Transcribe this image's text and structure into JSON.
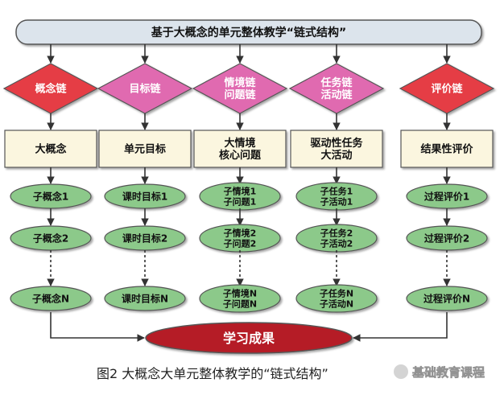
{
  "title": "基于大概念的单元整体教学“链式结构”",
  "chains": [
    {
      "diamond": [
        "概念链"
      ],
      "box": [
        "大概念"
      ],
      "ovals": [
        [
          "子概念1"
        ],
        [
          "子概念2"
        ],
        [
          "子概念N"
        ]
      ]
    },
    {
      "diamond": [
        "目标链"
      ],
      "box": [
        "单元目标"
      ],
      "ovals": [
        [
          "课时目标1"
        ],
        [
          "课时目标2"
        ],
        [
          "课时目标N"
        ]
      ]
    },
    {
      "diamond": [
        "情境链",
        "问题链"
      ],
      "box": [
        "大情境",
        "核心问题"
      ],
      "ovals": [
        [
          "子情境1",
          "子问题1"
        ],
        [
          "子情境2",
          "子问题2"
        ],
        [
          "子情境N",
          "子问题N"
        ]
      ]
    },
    {
      "diamond": [
        "任务链",
        "活动链"
      ],
      "box": [
        "驱动性任务",
        "大活动"
      ],
      "ovals": [
        [
          "子任务1",
          "子活动1"
        ],
        [
          "子任务2",
          "子活动2"
        ],
        [
          "子任务N",
          "子活动N"
        ]
      ]
    },
    {
      "diamond": [
        "评价链"
      ],
      "box": [
        "结果性评价"
      ],
      "ovals": [
        [
          "过程评价1"
        ],
        [
          "过程评价2"
        ],
        [
          "过程评价N"
        ]
      ]
    }
  ],
  "result": "学习成果",
  "caption": "图2  大概念大单元整体教学的“链式结构”",
  "watermark": "基础教育课程",
  "colors": {
    "title_fill": "#dce4ec",
    "diamond_red": "#e53d45",
    "diamond_pink": "#e06ab0",
    "box_fill": "#fbf6df",
    "oval_fill": "#8cc98a",
    "result_fill": "#b51f25",
    "arrow": "#333333"
  }
}
